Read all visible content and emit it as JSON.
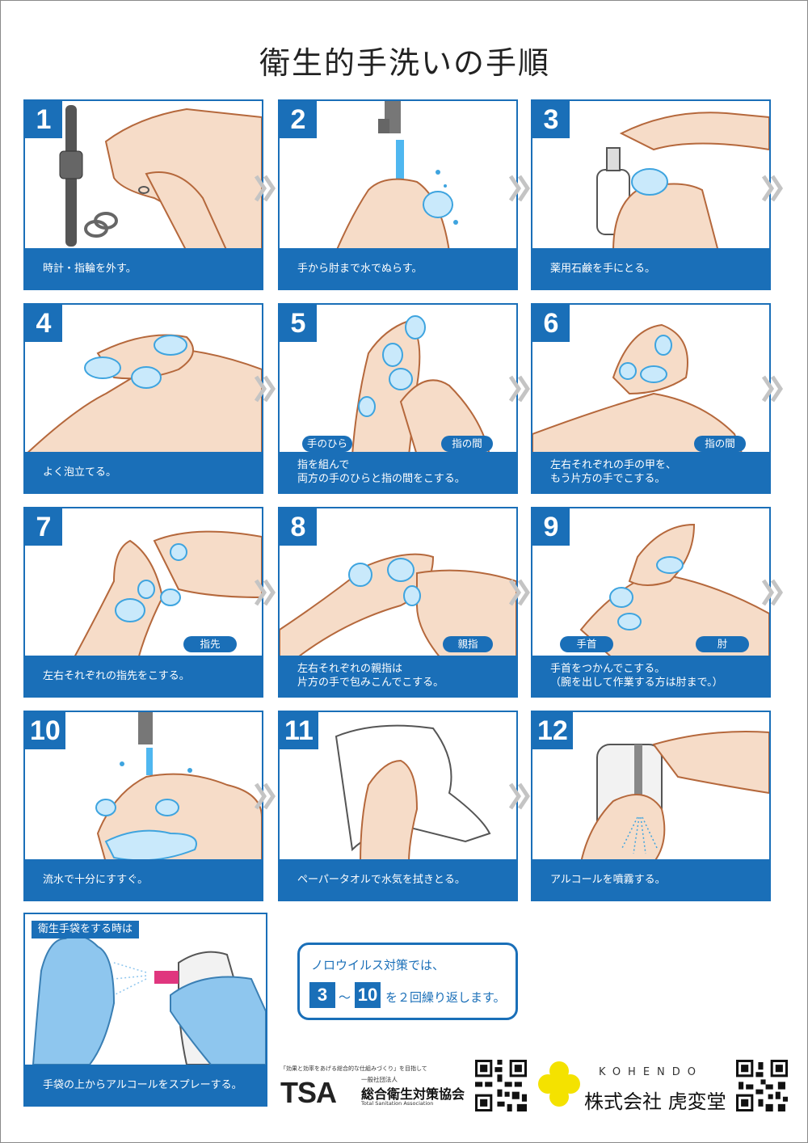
{
  "title": "衛生的手洗いの手順",
  "steps": [
    {
      "num": "1",
      "caption": "時計・指輪を外す。"
    },
    {
      "num": "2",
      "caption": "手から肘まで水でぬらす。"
    },
    {
      "num": "3",
      "caption": "薬用石鹸を手にとる。"
    },
    {
      "num": "4",
      "caption": "よく泡立てる。"
    },
    {
      "num": "5",
      "caption": "指を組んで\n両方の手のひらと指の間をこする。"
    },
    {
      "num": "6",
      "caption": "左右それぞれの手の甲を、\nもう片方の手でこする。"
    },
    {
      "num": "7",
      "caption": "左右それぞれの指先をこする。"
    },
    {
      "num": "8",
      "caption": "左右それぞれの親指は\n片方の手で包みこんでこする。"
    },
    {
      "num": "9",
      "caption": "手首をつかんでこする。\n（腕を出して作業する方は肘まで。）"
    },
    {
      "num": "10",
      "caption": "流水で十分にすすぐ。"
    },
    {
      "num": "11",
      "caption": "ペーパータオルで水気を拭きとる。"
    },
    {
      "num": "12",
      "caption": "アルコールを噴霧する。"
    }
  ],
  "pills": {
    "palm": "手のひら",
    "between_fingers_5": "指の間",
    "between_fingers_6": "指の間",
    "fingertips": "指先",
    "thumb": "親指",
    "wrist": "手首",
    "elbow": "肘"
  },
  "glove": {
    "tag": "衛生手袋をする時は",
    "caption": "手袋の上からアルコールをスプレーする。"
  },
  "noro": {
    "line1": "ノロウイルス対策では、",
    "from": "3",
    "tilde": "～",
    "to": "10",
    "rest": "を２回繰り返します。"
  },
  "footer": {
    "tsa_tagline": "「効果と効率をあげる総合的な仕組みづくり」を目指して",
    "tsa_logo": "TSA",
    "tsa_small": "一般社団法人",
    "tsa_name": "総合衛生対策協会",
    "tsa_en": "Total Sanitation Association",
    "kohendo_en": "KOHENDO",
    "kohendo_name": "株式会社 虎変堂"
  },
  "colors": {
    "accent": "#1a6fb8",
    "skin": "#f6dcc8",
    "skin_line": "#b5683c",
    "foam": "#c9e9fb",
    "glove": "#8ec6ee"
  }
}
